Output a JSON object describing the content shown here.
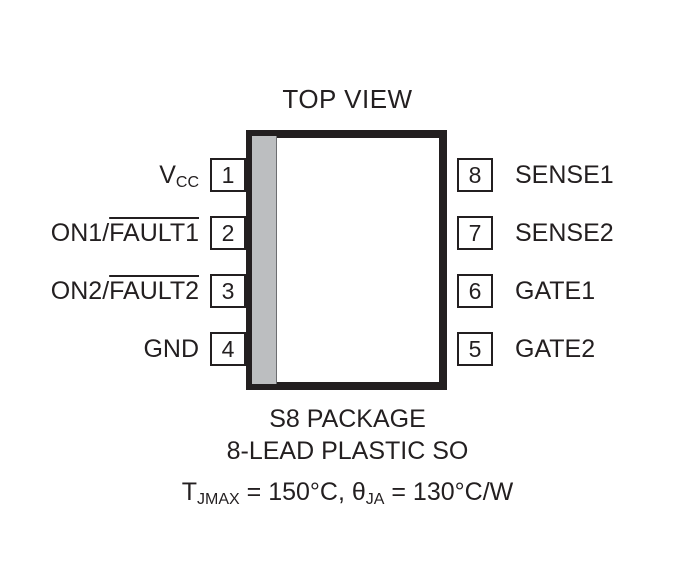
{
  "diagram": {
    "title": "TOP VIEW",
    "package_body": {
      "border_color": "#231f20",
      "fill_color": "#ffffff",
      "pin1_band_color": "#bcbec0"
    },
    "pins_left": [
      {
        "number": "1",
        "label_prefix": "V",
        "label_sub": "CC",
        "label_plain": "",
        "overline": ""
      },
      {
        "number": "2",
        "label_prefix": "ON1/",
        "label_sub": "",
        "label_plain": "",
        "overline": "FAULT1"
      },
      {
        "number": "3",
        "label_prefix": "ON2/",
        "label_sub": "",
        "label_plain": "",
        "overline": "FAULT2"
      },
      {
        "number": "4",
        "label_prefix": "",
        "label_sub": "",
        "label_plain": "GND",
        "overline": ""
      }
    ],
    "pins_right": [
      {
        "number": "8",
        "label": "SENSE1"
      },
      {
        "number": "7",
        "label": "SENSE2"
      },
      {
        "number": "6",
        "label": "GATE1"
      },
      {
        "number": "5",
        "label": "GATE2"
      }
    ],
    "caption": {
      "line1": "S8 PACKAGE",
      "line2": "8-LEAD PLASTIC SO",
      "line3_t": "T",
      "line3_t_sub": "JMAX",
      "line3_mid": " = 150°C, ",
      "line3_theta": "θ",
      "line3_theta_sub": "JA",
      "line3_end": " = 130°C/W"
    }
  }
}
